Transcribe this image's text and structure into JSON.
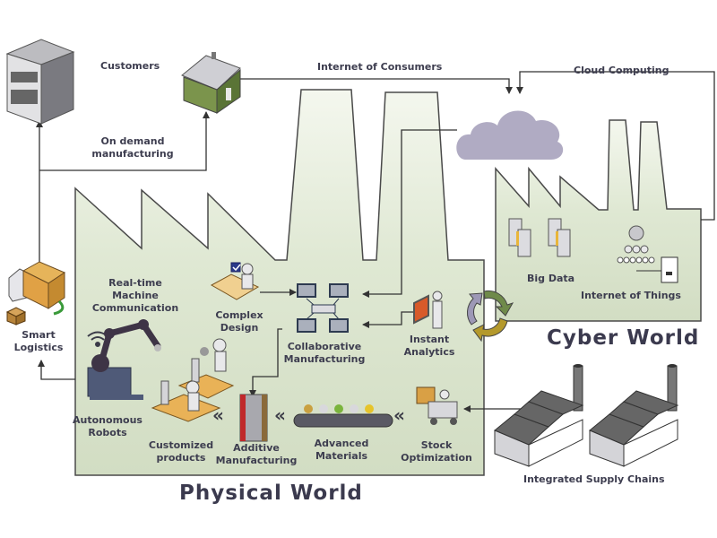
{
  "title": "Industry 4.0: Physical World and Cyber World",
  "colors": {
    "factory_fill": "#d9e4cc",
    "factory_stroke": "#555555",
    "cloud": "#b0abc3",
    "text": "#3d3d4f",
    "cycle_green": "#6f8a4a",
    "cycle_gold": "#b4992c",
    "cycle_purple": "#9d98b6"
  },
  "sections": {
    "physical_world": "Physical World",
    "cyber_world": "Cyber World"
  },
  "top": {
    "customers": "Customers",
    "internet_of_consumers": "Internet of Consumers",
    "cloud_computing": "Cloud Computing",
    "on_demand_line1": "On demand",
    "on_demand_line2": "manufacturing"
  },
  "side": {
    "smart_logistics_line1": "Smart",
    "smart_logistics_line2": "Logistics"
  },
  "physical": {
    "realtime_line1": "Real-time",
    "realtime_line2": "Machine",
    "realtime_line3": "Communication",
    "complex_line1": "Complex",
    "complex_line2": "Design",
    "collab_line1": "Collaborative",
    "collab_line2": "Manufacturing",
    "instant_line1": "Instant",
    "instant_line2": "Analytics",
    "robots_line1": "Autonomous",
    "robots_line2": "Robots",
    "custom_line1": "Customized",
    "custom_line2": "products",
    "additive_line1": "Additive",
    "additive_line2": "Manufacturing",
    "materials_line1": "Advanced",
    "materials_line2": "Materials",
    "stock_line1": "Stock",
    "stock_line2": "Optimization",
    "flow_arrow": "«"
  },
  "cyber": {
    "big_data": "Big Data",
    "iot": "Internet of Things"
  },
  "supply": {
    "label": "Integrated Supply Chains"
  }
}
